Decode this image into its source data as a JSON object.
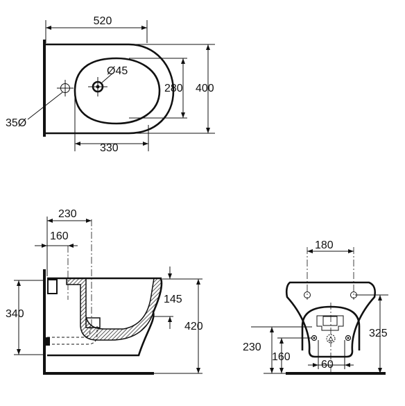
{
  "top_view": {
    "width": "520",
    "depth": "400",
    "bowl_width": "280",
    "bowl_length": "330",
    "tap_hole_diameter": "Ø45",
    "side_hole_diameter": "35Ø"
  },
  "side_view": {
    "axis_distance": "230",
    "tap_axis_distance": "160",
    "outlet_height": "340",
    "rim_height": "145",
    "total_height": "420"
  },
  "rear_view": {
    "fixing_spacing": "180",
    "fixing_height": "325",
    "inlet_height": "230",
    "outlet_height": "160",
    "outlet_width": "60"
  }
}
